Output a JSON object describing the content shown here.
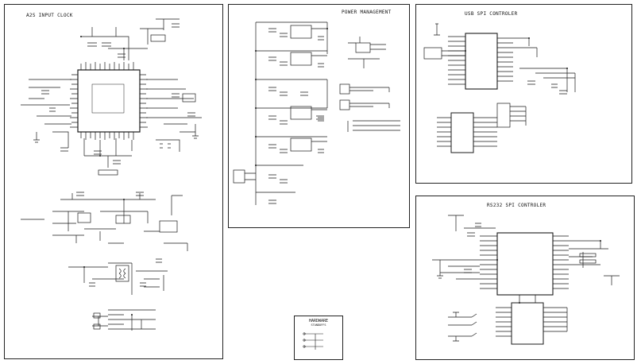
{
  "sheets": {
    "a2s": {
      "title": "A2S INPUT CLOCK"
    },
    "power": {
      "title": "POWER MANAGEMENT"
    },
    "usb": {
      "title": "USB SPI CONTROLER"
    },
    "rs232": {
      "title": "RS232 SPI CONTROLER"
    },
    "hardware": {
      "title": "HARDWARE",
      "subtitle": "STANDOFFS"
    }
  },
  "colors": {
    "line": "#1a1a1a",
    "frame": "#222222",
    "background": "#ffffff"
  }
}
